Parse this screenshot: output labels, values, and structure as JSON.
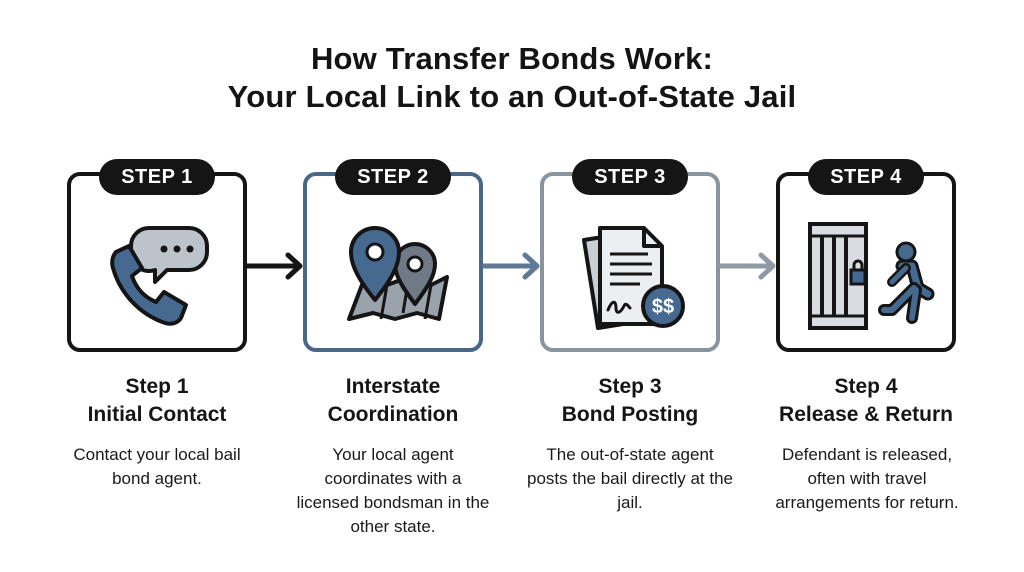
{
  "title": {
    "line1": "How Transfer Bonds Work:",
    "line2": "Your Local Link to an Out-of-State Jail"
  },
  "steps": [
    {
      "badge": "STEP 1",
      "heading1": "Step 1",
      "heading2": "Initial Contact",
      "description": "Contact your local bail bond agent.",
      "icon": "phone-chat-icon",
      "border_color": "#151515"
    },
    {
      "badge": "STEP 2",
      "heading1": "Interstate",
      "heading2": "Coordination",
      "description": "Your local agent coordinates with a licensed bondsman in the other state.",
      "icon": "map-pins-icon",
      "border_color": "#4a6788"
    },
    {
      "badge": "STEP 3",
      "heading1": "Step 3",
      "heading2": "Bond Posting",
      "description": "The out-of-state agent posts the bail directly at the jail.",
      "icon": "document-money-icon",
      "border_color": "#8a949e",
      "money_symbol": "$$"
    },
    {
      "badge": "STEP 4",
      "heading1": "Step 4",
      "heading2": "Release & Return",
      "description": "Defendant is released, often with travel arrangements for return.",
      "icon": "jail-release-icon",
      "border_color": "#151515"
    }
  ],
  "colors": {
    "accent_blue": "#45698f",
    "slate": "#5f6b78",
    "gray": "#9aa3ab",
    "dark": "#151515"
  }
}
